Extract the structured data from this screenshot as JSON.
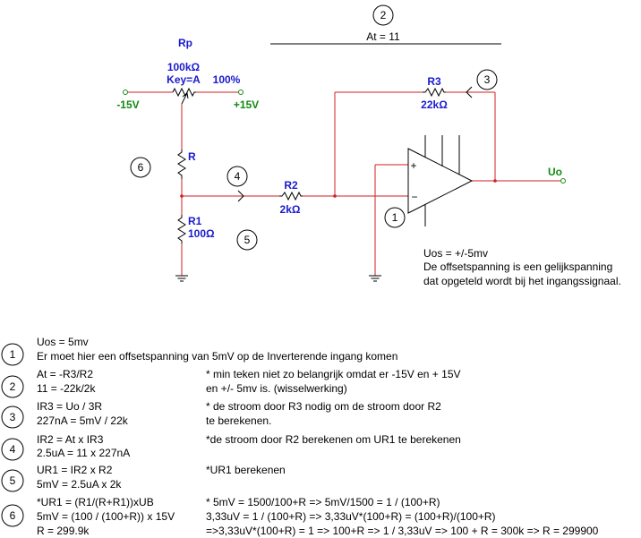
{
  "diagram": {
    "marker_2_num": "2",
    "at_label": "At = 11",
    "rp_name": "Rp",
    "rp_value": "100kΩ",
    "rp_key": "Key=A",
    "rp_percent": "100%",
    "neg_supply": "-15V",
    "pos_supply": "+15V",
    "r3_name": "R3",
    "r3_value": "22kΩ",
    "marker_3_num": "3",
    "r_name": "R",
    "marker_6_num": "6",
    "marker_4_num": "4",
    "r2_name": "R2",
    "r2_value": "2kΩ",
    "r1_name": "R1",
    "r1_value": "100Ω",
    "marker_5_num": "5",
    "marker_1_num": "1",
    "plus_sign": "+",
    "minus_sign": "−",
    "output_label": "Uo",
    "uos_note": "Uos = +/-5mv",
    "note_line_1": "De offsetspanning is een gelijkspanning",
    "note_line_2": "dat opgeteld wordt bij het ingangssignaal."
  },
  "steps": [
    {
      "num": "1",
      "left": [
        "Uos = 5mv",
        "Er moet hier een offsetspanning van 5mV op de Inverterende ingang komen"
      ],
      "right": []
    },
    {
      "num": "2",
      "left": [
        "At = -R3/R2",
        "11 = -22k/2k"
      ],
      "right": [
        "* min teken niet zo belangrijk omdat er -15V en + 15V",
        "en +/- 5mv is. (wisselwerking)"
      ]
    },
    {
      "num": "3",
      "left": [
        "IR3 = Uo / 3R",
        "227nA = 5mV / 22k"
      ],
      "right": [
        "* de stroom door R3 nodig om de stroom door R2",
        "te berekenen."
      ]
    },
    {
      "num": "4",
      "left": [
        "IR2 = At x IR3",
        "2.5uA = 11 x 227nA"
      ],
      "right": [
        "*de stroom door R2 berekenen om UR1 te berekenen"
      ]
    },
    {
      "num": "5",
      "left": [
        "UR1 = IR2 x R2",
        "5mV = 2.5uA x 2k"
      ],
      "right": [
        "*UR1 berekenen"
      ]
    },
    {
      "num": "6",
      "left": [
        "*UR1 = (R1/(R+R1))xUB",
        "5mV = (100 / (100+R)) x 15V",
        "R = 299.9k"
      ],
      "right": [
        "* 5mV = 1500/100+R => 5mV/1500 = 1 / (100+R)",
        "3,33uV = 1 / (100+R) => 3,33uV*(100+R) = (100+R)/(100+R)",
        "=>3,33uV*(100+R) = 1 => 100+R => 1 / 3,33uV => 100 + R = 300k => R = 299900"
      ]
    }
  ],
  "colors": {
    "wire": "#d02020",
    "label_blue": "#1a1ad0",
    "label_green": "#138a13",
    "component": "#000000"
  }
}
